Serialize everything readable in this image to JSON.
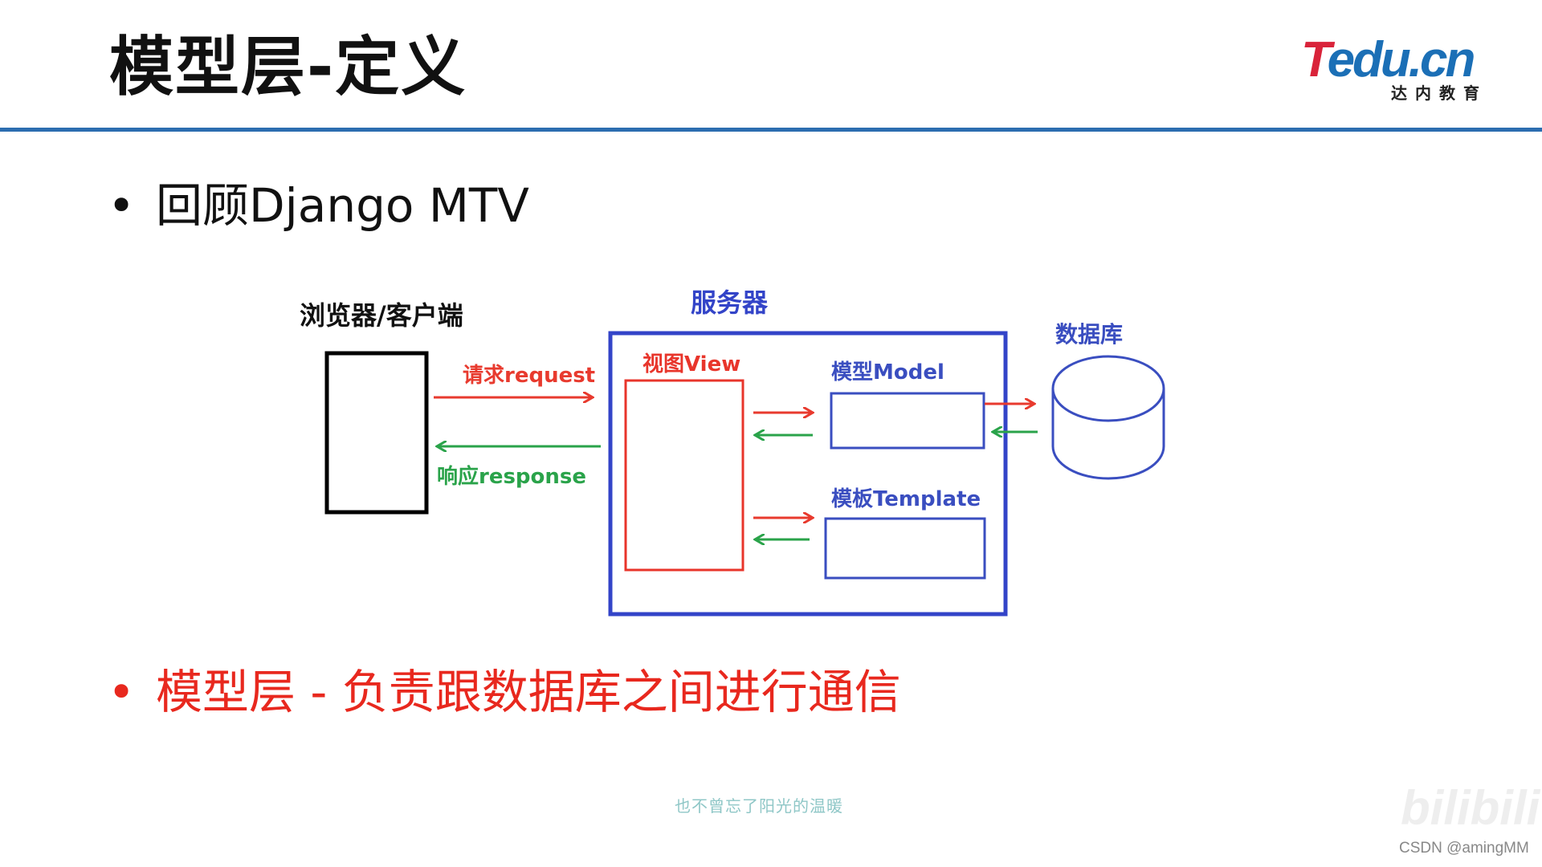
{
  "slide": {
    "title": "模型层-定义",
    "logo_main_t": "T",
    "logo_main_rest": "edu.cn",
    "logo_sub": "达内教育",
    "bullet_1": "回顾Django MTV",
    "bullet_2": "模型层 - 负责跟数据库之间进行通信"
  },
  "diagram": {
    "client_label": "浏览器/客户端",
    "server_label": "服务器",
    "request_label": "请求request",
    "response_label": "响应response",
    "view_label": "视图View",
    "model_label": "模型Model",
    "template_label": "模板Template",
    "database_label": "数据库",
    "colors": {
      "request": "#e83a2e",
      "response": "#2aa34a",
      "server": "#3344c8",
      "view": "#e8352b",
      "model": "#3a4ec0",
      "client": "#000000"
    }
  },
  "overlay": {
    "subtitle": "也不曾忘了阳光的温暖",
    "bili": "bilibili",
    "watermark": "CSDN @amingMM"
  }
}
